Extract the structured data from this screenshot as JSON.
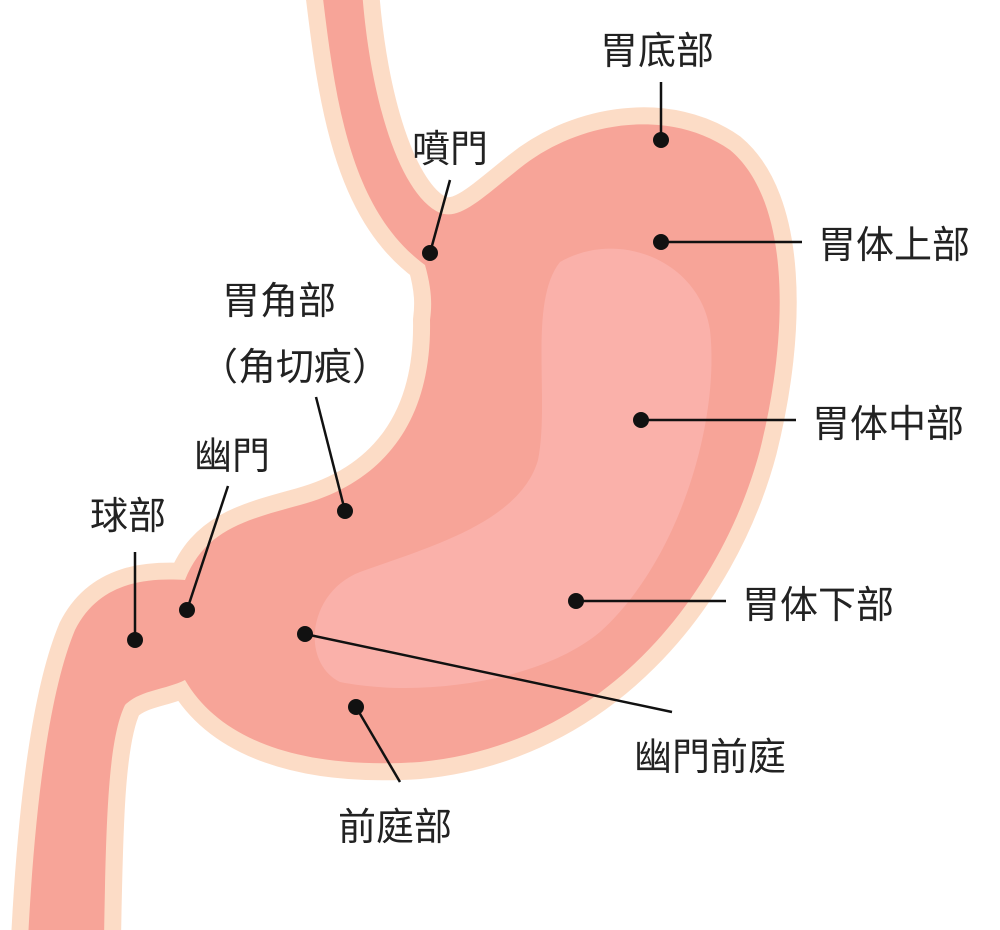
{
  "colors": {
    "border": "#fcdcc6",
    "wall": "#f7a498",
    "inner": "#fab1aa",
    "marker": "#111111"
  },
  "labels": {
    "fundus": "胃底部",
    "cardia": "噴門",
    "upper_body": "胃体上部",
    "angle_line1": "胃角部",
    "angle_line2": "（角切痕）",
    "middle_body": "胃体中部",
    "pylorus": "幽門",
    "bulb": "球部",
    "lower_body": "胃体下部",
    "pyloric_antrum": "幽門前庭",
    "antrum": "前庭部"
  }
}
